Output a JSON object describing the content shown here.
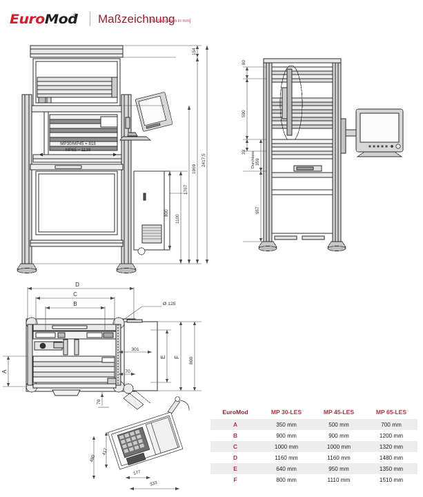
{
  "header": {
    "logo_euro": "Euro",
    "logo_mod": "Mod",
    "logo_registered": "®",
    "title": "Maßzeichnung",
    "subtitle": "[Maßangaben in mm]",
    "accent_red": "#cf2030",
    "title_red": "#8e2230"
  },
  "front_view": {
    "note_line1": "MP30/MP45 = 818",
    "note_line2": "MP65 = 1138",
    "dims": {
      "d154": "154",
      "d800": "800",
      "d1100": "1100",
      "d1767": "1767",
      "d1969": "1969",
      "d2417": "2417,5"
    }
  },
  "side_view": {
    "dims": {
      "d80": "80",
      "d590": "590",
      "d33": "33",
      "d359": "359",
      "d957": "957"
    },
    "label_durchlass": "Durchlass"
  },
  "top_view": {
    "labels": {
      "A": "A",
      "B": "B",
      "C": "C",
      "D": "D",
      "E": "E",
      "F": "F"
    },
    "dims": {
      "diameter": "Ø 125",
      "d301": "301",
      "d70a": "70",
      "d800": "800",
      "d70b": "70"
    }
  },
  "detail_view": {
    "dims": {
      "d480": "480",
      "d417": "417",
      "d177": "177",
      "d333": "333"
    }
  },
  "table": {
    "columns": [
      "EuroMod",
      "MP 30-LES",
      "MP 45-LES",
      "MP 65-LES"
    ],
    "rows": [
      {
        "label": "A",
        "mp30": "350 mm",
        "mp45": "500 mm",
        "mp65": "700 mm"
      },
      {
        "label": "B",
        "mp30": "900 mm",
        "mp45": "900 mm",
        "mp65": "1200 mm"
      },
      {
        "label": "C",
        "mp30": "1000 mm",
        "mp45": "1000 mm",
        "mp65": "1320 mm"
      },
      {
        "label": "D",
        "mp30": "1160 mm",
        "mp45": "1160 mm",
        "mp65": "1480 mm"
      },
      {
        "label": "E",
        "mp30": "640 mm",
        "mp45": "950 mm",
        "mp65": "1350 mm"
      },
      {
        "label": "F",
        "mp30": "800 mm",
        "mp45": "1110 mm",
        "mp65": "1510 mm"
      }
    ]
  }
}
